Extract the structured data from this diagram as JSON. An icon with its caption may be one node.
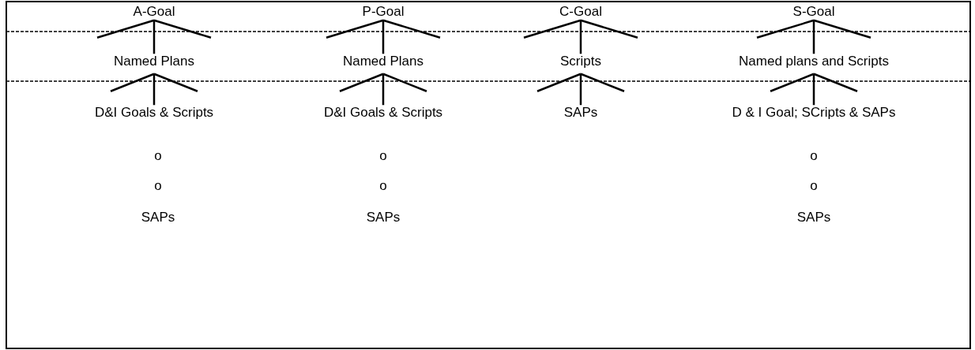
{
  "diagram": {
    "nodes": [
      {
        "text": [
          "A-Goal"
        ]
      },
      {
        "text": [
          "P-Goal"
        ]
      },
      {
        "text": [
          "C-Goal"
        ]
      },
      {
        "text": [
          "S-Goal"
        ]
      },
      {
        "text": [
          "Named Plans"
        ]
      },
      {
        "text": [
          "Named Plans"
        ]
      },
      {
        "text": [
          "Scripts"
        ]
      },
      {
        "text": [
          "Named plans and Scripts"
        ]
      },
      {
        "text": [
          "D&I Goals & Scripts"
        ]
      },
      {
        "text": [
          "D&I Goals & Scripts"
        ]
      },
      {
        "text": [
          "SAPs"
        ]
      },
      {
        "text": [
          "D & I Goal; SCripts & SAPs"
        ]
      }
    ],
    "edges": [
      {
        "from": 0,
        "to": 4,
        "arrow": "none"
      },
      {
        "from": 1,
        "to": 5,
        "arrow": "none"
      },
      {
        "from": 2,
        "to": 6,
        "arrow": "none"
      },
      {
        "from": 3,
        "to": 7,
        "arrow": "none"
      },
      {
        "from": 4,
        "to": 8,
        "arrow": "none"
      },
      {
        "from": 5,
        "to": 9,
        "arrow": "none"
      },
      {
        "from": 6,
        "to": 10,
        "arrow": "none"
      },
      {
        "from": 7,
        "to": 11,
        "arrow": "none"
      }
    ],
    "labels": [
      "o",
      "o",
      "o",
      "o",
      "o",
      "o",
      "SAPs",
      "SAPs",
      "SAPs"
    ]
  }
}
